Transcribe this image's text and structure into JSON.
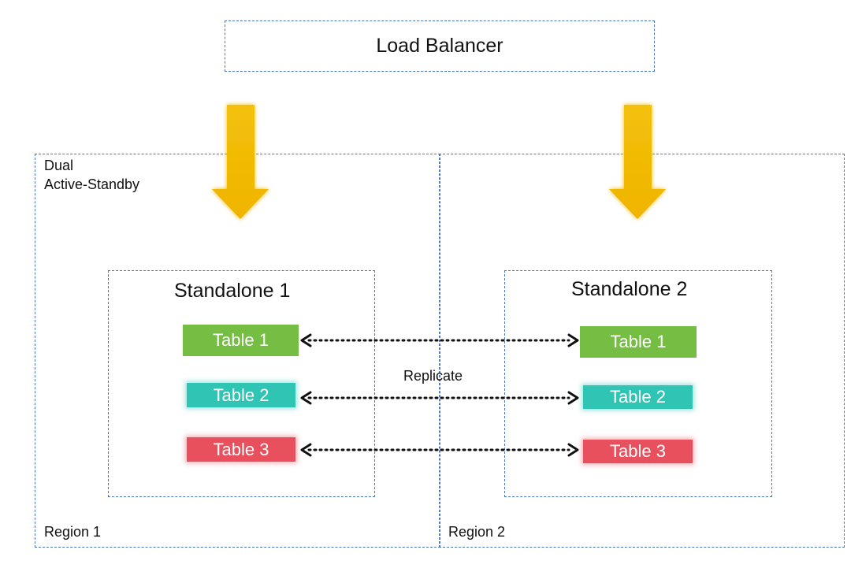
{
  "load_balancer": {
    "title": "Load Balancer"
  },
  "region1": {
    "mode_label": "Dual\nActive-Standby",
    "label": "Region 1",
    "standalone": {
      "title": "Standalone 1",
      "tables": [
        {
          "label": "Table 1",
          "color": "#76bd43"
        },
        {
          "label": "Table 2",
          "color": "#2fc4b3"
        },
        {
          "label": "Table 3",
          "color": "#e8505d"
        }
      ]
    }
  },
  "region2": {
    "label": "Region 2",
    "standalone": {
      "title": "Standalone 2",
      "tables": [
        {
          "label": "Table 1",
          "color": "#76bd43"
        },
        {
          "label": "Table 2",
          "color": "#2fc4b3"
        },
        {
          "label": "Table 3",
          "color": "#e8505d"
        }
      ]
    }
  },
  "replication": {
    "label": "Replicate"
  },
  "colors": {
    "dashed_border": "#4a74c9",
    "arrow_fill": "#f2bb06"
  }
}
